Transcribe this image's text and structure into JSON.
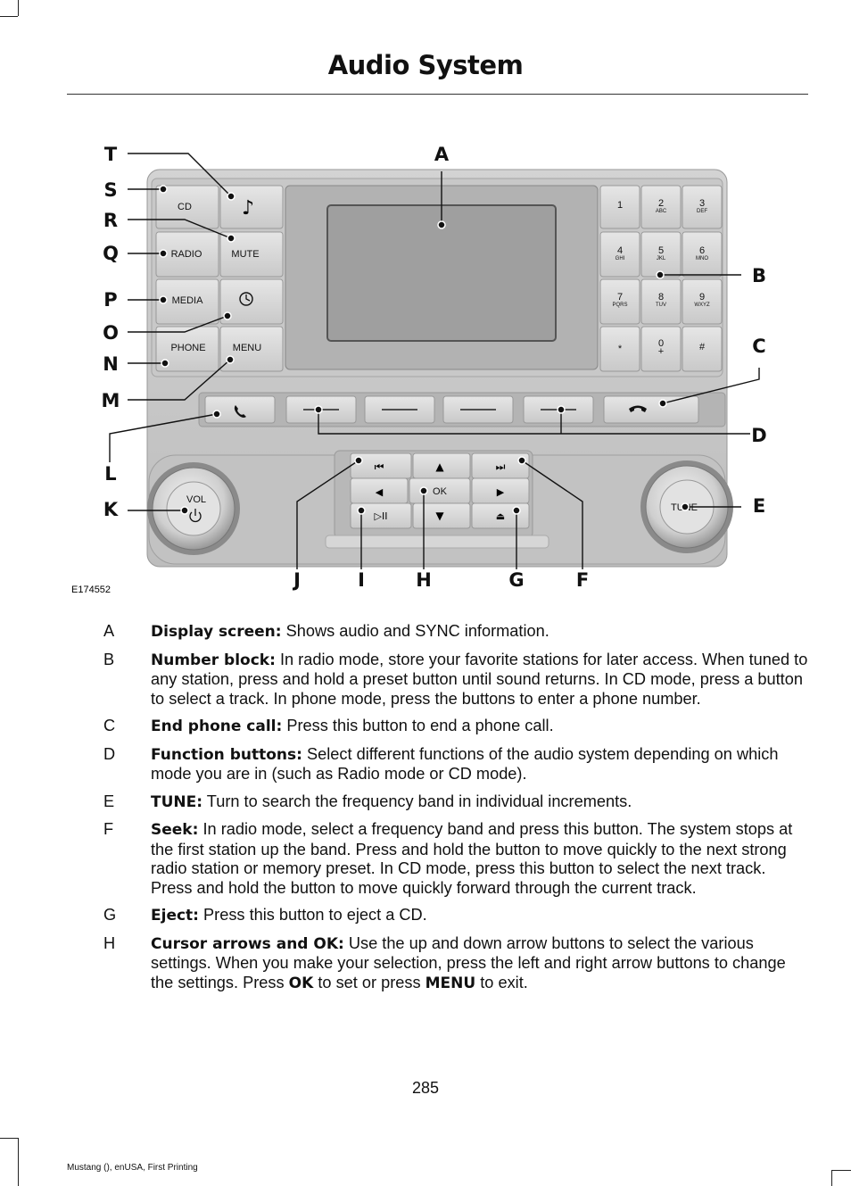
{
  "header": {
    "title": "Audio System"
  },
  "figure": {
    "image_id": "E174552",
    "callouts": [
      "A",
      "B",
      "C",
      "D",
      "E",
      "F",
      "G",
      "H",
      "I",
      "J",
      "K",
      "L",
      "M",
      "N",
      "O",
      "P",
      "Q",
      "R",
      "S",
      "T"
    ],
    "left_buttons": {
      "cd": "CD",
      "radio": "RADIO",
      "mute": "MUTE",
      "media": "MEDIA",
      "phone": "PHONE",
      "menu": "MENU"
    },
    "keypad": [
      {
        "main": "1",
        "sub": ""
      },
      {
        "main": "2",
        "sub": "ABC"
      },
      {
        "main": "3",
        "sub": "DEF"
      },
      {
        "main": "4",
        "sub": "GHI"
      },
      {
        "main": "5",
        "sub": "JKL"
      },
      {
        "main": "6",
        "sub": "MNO"
      },
      {
        "main": "7",
        "sub": "PQRS"
      },
      {
        "main": "8",
        "sub": "TUV"
      },
      {
        "main": "9",
        "sub": "WXYZ"
      },
      {
        "main": "*",
        "sub": ""
      },
      {
        "main": "0",
        "sub": "+"
      },
      {
        "main": "#",
        "sub": ""
      }
    ],
    "knobs": {
      "vol": "VOL",
      "tune": "TUNE"
    },
    "ok": "OK"
  },
  "items": [
    {
      "letter": "A",
      "term": "Display screen:",
      "text": " Shows audio and SYNC information."
    },
    {
      "letter": "B",
      "term": "Number block:",
      "text": " In radio mode, store your favorite stations for later access. When tuned to any station, press and hold a preset button until sound returns. In CD mode, press a button to select a track. In phone mode, press the buttons to enter a phone number."
    },
    {
      "letter": "C",
      "term": "End phone call:",
      "text": " Press this button to end a phone call."
    },
    {
      "letter": "D",
      "term": "Function buttons:",
      "text": " Select different functions of the audio system depending on which mode you are in (such as Radio mode or CD mode)."
    },
    {
      "letter": "E",
      "term": "TUNE:",
      "text": " Turn to search the frequency band in individual increments."
    },
    {
      "letter": "F",
      "term": "Seek:",
      "text": " In radio mode, select a frequency band and press this button. The system stops at the first station up the band. Press and hold the button to move quickly to the next strong radio station or memory preset. In CD mode, press this button to select the next track. Press and hold the button to move quickly forward through the current track."
    },
    {
      "letter": "G",
      "term": "Eject:",
      "text": " Press this button to eject a CD."
    },
    {
      "letter": "H",
      "term": "Cursor arrows and OK:",
      "text_1": " Use the up and down arrow buttons to select the various settings. When you make your selection, press the left and right arrow buttons to change the settings. Press ",
      "bold_1": "OK",
      "text_2": " to set or press ",
      "bold_2": "MENU",
      "text_3": " to exit."
    }
  ],
  "page_number": "285",
  "footer": "Mustang (), enUSA, First Printing"
}
